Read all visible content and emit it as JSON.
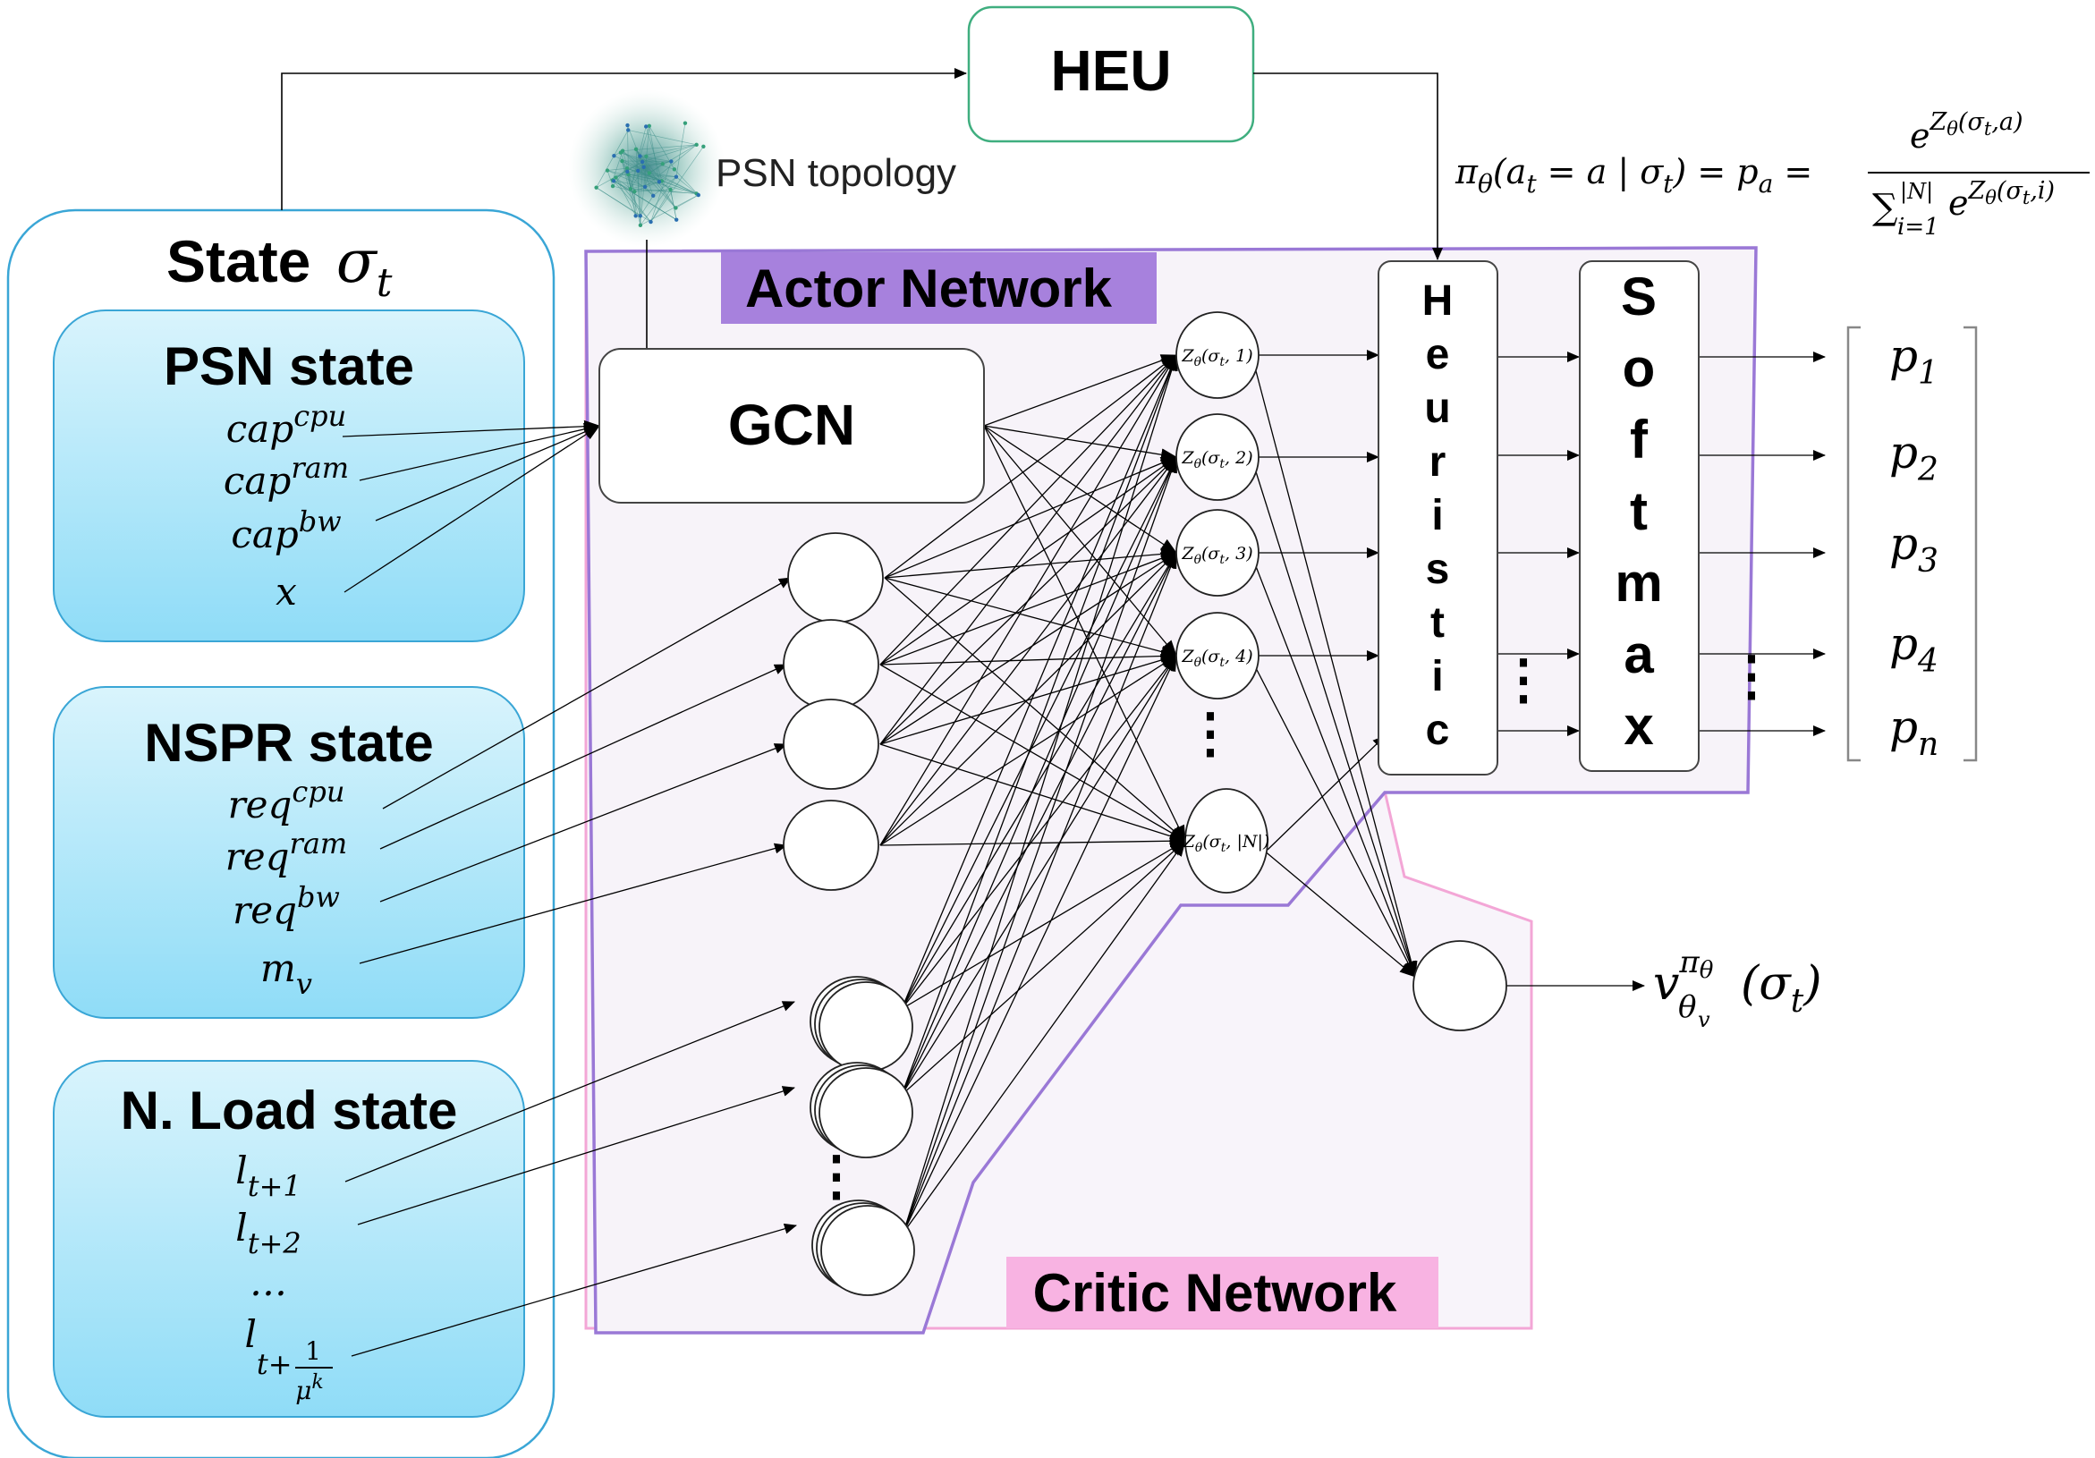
{
  "heu": {
    "label": "HEU"
  },
  "psn_topology": {
    "label": "PSN topology"
  },
  "state": {
    "title": "State",
    "symbol": "σ",
    "sub": "t"
  },
  "psn_state": {
    "title": "PSN state",
    "items": [
      {
        "base": "cap",
        "sup": "cpu"
      },
      {
        "base": "cap",
        "sup": "ram"
      },
      {
        "base": "cap",
        "sup": "bw"
      },
      {
        "base": "x"
      }
    ]
  },
  "nspr_state": {
    "title": "NSPR state",
    "items": [
      {
        "base": "req",
        "sup": "cpu"
      },
      {
        "base": "req",
        "sup": "ram"
      },
      {
        "base": "req",
        "sup": "bw"
      },
      {
        "base": "m",
        "sub": "v"
      }
    ]
  },
  "load_state": {
    "title": "N. Load state",
    "items": [
      {
        "base": "l",
        "sub": "t+1"
      },
      {
        "base": "l",
        "sub": "t+2"
      },
      {
        "base": "…"
      },
      {
        "base": "l",
        "sub": "t+",
        "frac_num": "1",
        "frac_den": "μ",
        "frac_den_sup": "k"
      }
    ]
  },
  "actor": {
    "label": "Actor Network",
    "color": "#a781dd"
  },
  "critic": {
    "label": "Critic Network",
    "color": "#f8b3e2"
  },
  "gcn": {
    "label": "GCN"
  },
  "z_nodes": [
    {
      "arg": "1"
    },
    {
      "arg": "2"
    },
    {
      "arg": "3"
    },
    {
      "arg": "4"
    },
    {
      "arg": "|N|"
    }
  ],
  "heuristic": {
    "letters": [
      "H",
      "e",
      "u",
      "r",
      "i",
      "s",
      "t",
      "i",
      "c"
    ]
  },
  "softmax": {
    "letters": [
      "S",
      "o",
      "f",
      "t",
      "m",
      "a",
      "x"
    ]
  },
  "outputs": [
    {
      "base": "p",
      "sub": "1"
    },
    {
      "base": "p",
      "sub": "2"
    },
    {
      "base": "p",
      "sub": "3"
    },
    {
      "base": "p",
      "sub": "4"
    },
    {
      "base": "p",
      "sub": "n"
    }
  ],
  "formula": {
    "lhs": "π",
    "lhs_sub": "θ",
    "lhs_args": "(a",
    "lhs_args_sub": "t",
    "lhs_rest": " = a | σ",
    "lhs_rest_sub": "t",
    "lhs_close": ") = p",
    "lhs_p_sub": "a",
    "eq": " =",
    "num_base": "e",
    "num_sup": "Z",
    "num_sup_sub": "θ",
    "num_sup_args": "(σ",
    "num_sup_args_sub": "t",
    "num_sup_close": ",a)",
    "den_sum": "∑",
    "den_sum_top": "|N|",
    "den_sum_bot": "i=1",
    "den_base": "e",
    "den_sup": "Z",
    "den_sup_sub": "θ",
    "den_sup_args": "(σ",
    "den_sup_args_sub": "t",
    "den_sup_close": ",i)"
  },
  "value_output": {
    "base": "v",
    "sup": "π",
    "sup_sub": "θ",
    "sub": "θ",
    "sub_sub": "v",
    "args": "(σ",
    "args_sub": "t",
    "close": ")"
  },
  "ellipsis_vertical": "⋮"
}
